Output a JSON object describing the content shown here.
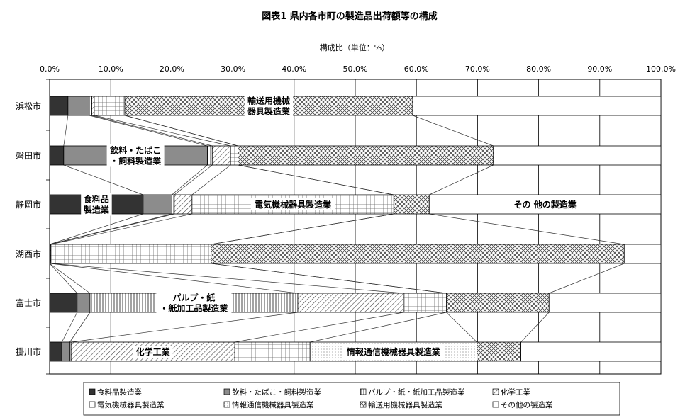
{
  "chart_data": {
    "type": "bar",
    "stacked": true,
    "orientation": "horizontal",
    "title": "図表1 県内各市町の製造品出荷額等の構成",
    "xlabel": "構成比（単位：%）",
    "xlim": [
      0,
      100
    ],
    "x_ticks": [
      "0.0%",
      "10.0%",
      "20.0%",
      "30.0%",
      "40.0%",
      "50.0%",
      "60.0%",
      "70.0%",
      "80.0%",
      "90.0%",
      "100.0%"
    ],
    "grid": true,
    "legend_position": "bottom",
    "categories": [
      "浜松市",
      "磐田市",
      "静岡市",
      "湖西市",
      "富士市",
      "掛川市"
    ],
    "series": [
      {
        "name": "食料品製造業",
        "pattern": "solid-dark",
        "values": [
          3.0,
          2.3,
          15.3,
          0.0,
          4.5,
          2.0
        ]
      },
      {
        "name": "飲料・たばこ・飼料製造業",
        "pattern": "solid-gray",
        "values": [
          3.5,
          23.5,
          4.7,
          0.0,
          2.1,
          1.3
        ]
      },
      {
        "name": "パルプ・紙・紙加工品製造業",
        "pattern": "vertical",
        "values": [
          0.4,
          0.8,
          0.4,
          0.1,
          34.0,
          0.2
        ]
      },
      {
        "name": "化学工業",
        "pattern": "diagonal",
        "values": [
          0.4,
          3.0,
          2.9,
          0.1,
          17.3,
          26.8
        ]
      },
      {
        "name": "電気機械器具製造業",
        "pattern": "grid",
        "values": [
          5.0,
          1.2,
          33.0,
          26.2,
          7.0,
          12.3
        ]
      },
      {
        "name": "情報通信機械器具製造業",
        "pattern": "dots",
        "values": [
          0.0,
          0.0,
          0.0,
          0.0,
          0.0,
          27.3
        ]
      },
      {
        "name": "輸送用機械器具製造業",
        "pattern": "crosshatch",
        "values": [
          47.1,
          41.8,
          5.8,
          67.6,
          16.8,
          7.2
        ]
      },
      {
        "name": "その他の製造業",
        "pattern": "white",
        "values": [
          40.6,
          27.4,
          37.9,
          6.0,
          18.3,
          22.9
        ]
      }
    ],
    "annotations": [
      {
        "text": "輸送用機械\n器具製造業",
        "category": "浜松市",
        "series": "輸送用機械器具製造業"
      },
      {
        "text": "飲料・たばこ\n・飼料製造業",
        "category": "磐田市",
        "series": "飲料・たばこ・飼料製造業"
      },
      {
        "text": "食料品\n製造業",
        "category": "静岡市",
        "series": "食料品製造業"
      },
      {
        "text": "電気機械器具製造業",
        "category": "静岡市",
        "series": "電気機械器具製造業"
      },
      {
        "text": "その 他の製造業",
        "category": "静岡市",
        "series": "その他の製造業"
      },
      {
        "text": "パルプ・紙\n・紙加工品製造業",
        "category": "富士市",
        "series": "パルプ・紙・紙加工品製造業"
      },
      {
        "text": "化学工業",
        "category": "掛川市",
        "series": "化学工業"
      },
      {
        "text": "情報通信機械器具製造業",
        "category": "掛川市",
        "series": "情報通信機械器具製造業"
      }
    ]
  }
}
